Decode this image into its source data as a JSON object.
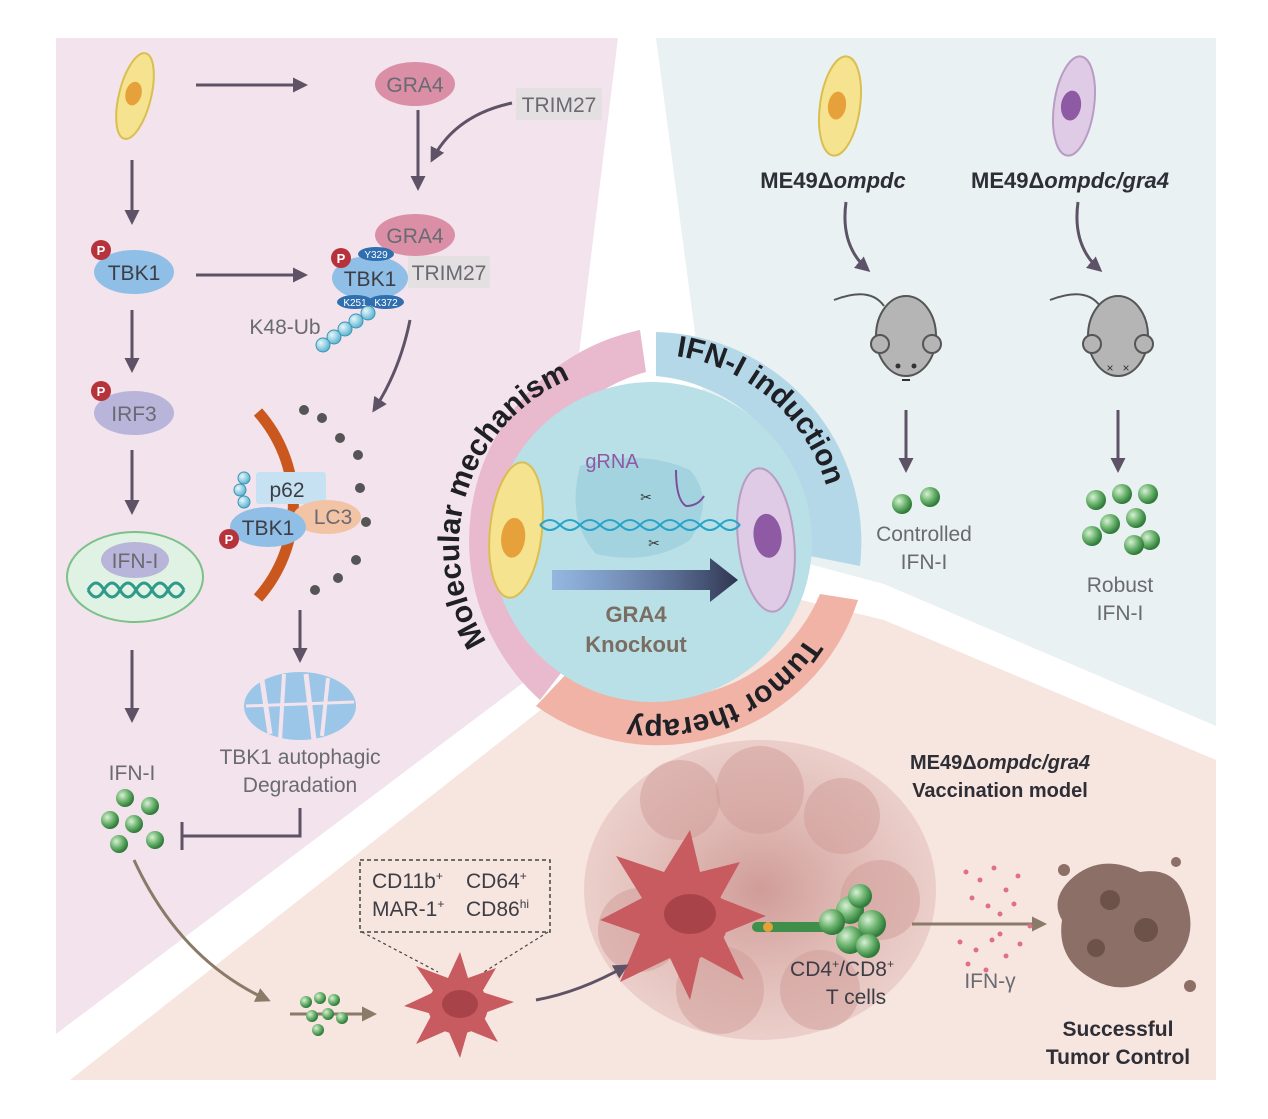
{
  "panels": {
    "molecular": {
      "ring_label": "Molecular mechanism",
      "gra4": "GRA4",
      "trim27": "TRIM27",
      "gra4_complex": "GRA4",
      "tbk1_complex": "TBK1",
      "trim27_complex": "TRIM27",
      "y329": "Y329",
      "k251": "K251",
      "k372": "K372",
      "k48ub": "K48-Ub",
      "tbk1_left": "TBK1",
      "irf3": "IRF3",
      "ifn_i_box": "IFN-I",
      "ifn_i_secreted": "IFN-I",
      "p62": "p62",
      "lc3": "LC3",
      "tbk1_autophagy": "TBK1",
      "degradation_line1": "TBK1 autophagic",
      "degradation_line2": "Degradation",
      "phospho": "P"
    },
    "ifn_induction": {
      "ring_label": "IFN-I induction",
      "strain_wt": "ME49Δ",
      "strain_wt_italic": "ompdc",
      "strain_ko": "ME49Δ",
      "strain_ko_italic": "ompdc/gra4",
      "controlled_line1": "Controlled",
      "controlled_line2": "IFN-I",
      "robust_line1": "Robust",
      "robust_line2": "IFN-I"
    },
    "tumor": {
      "ring_label": "Tumor therapy",
      "vacc_line1_prefix": "ME49Δ",
      "vacc_line1_italic": "ompdc/gra4",
      "vacc_line2": "Vaccination model",
      "marker_cd11b": "CD11b",
      "marker_cd64": "CD64",
      "marker_mar1": "MAR-1",
      "marker_cd86": "CD86",
      "sup_plus": "+",
      "sup_hi": "hi",
      "tcells_line1_a": "CD4",
      "tcells_line1_b": "/CD8",
      "tcells_line2": "T cells",
      "ifng": "IFN-γ",
      "success_line1": "Successful",
      "success_line2": "Tumor Control"
    },
    "center": {
      "grna": "gRNA",
      "knockout_line1": "GRA4",
      "knockout_line2": "Knockout"
    }
  },
  "colors": {
    "molecular_bg": "#f3e3ec",
    "ifn_bg": "#e9f1f2",
    "tumor_bg": "#f7e5df",
    "ring_molecular": "#e9b9cd",
    "ring_ifn": "#b4d8e8",
    "ring_tumor": "#f0b3a6",
    "center": "#b9dfe7",
    "tbk1": "#8fbfe6",
    "gra4": "#db8fa6",
    "irf3": "#b9b4d9",
    "phospho": "#b7333c",
    "membrane": "#c9571e",
    "parasite_wt": "#f5e38f",
    "parasite_ko": "#e0cbe6",
    "ifn_ball": "#5aa862"
  }
}
